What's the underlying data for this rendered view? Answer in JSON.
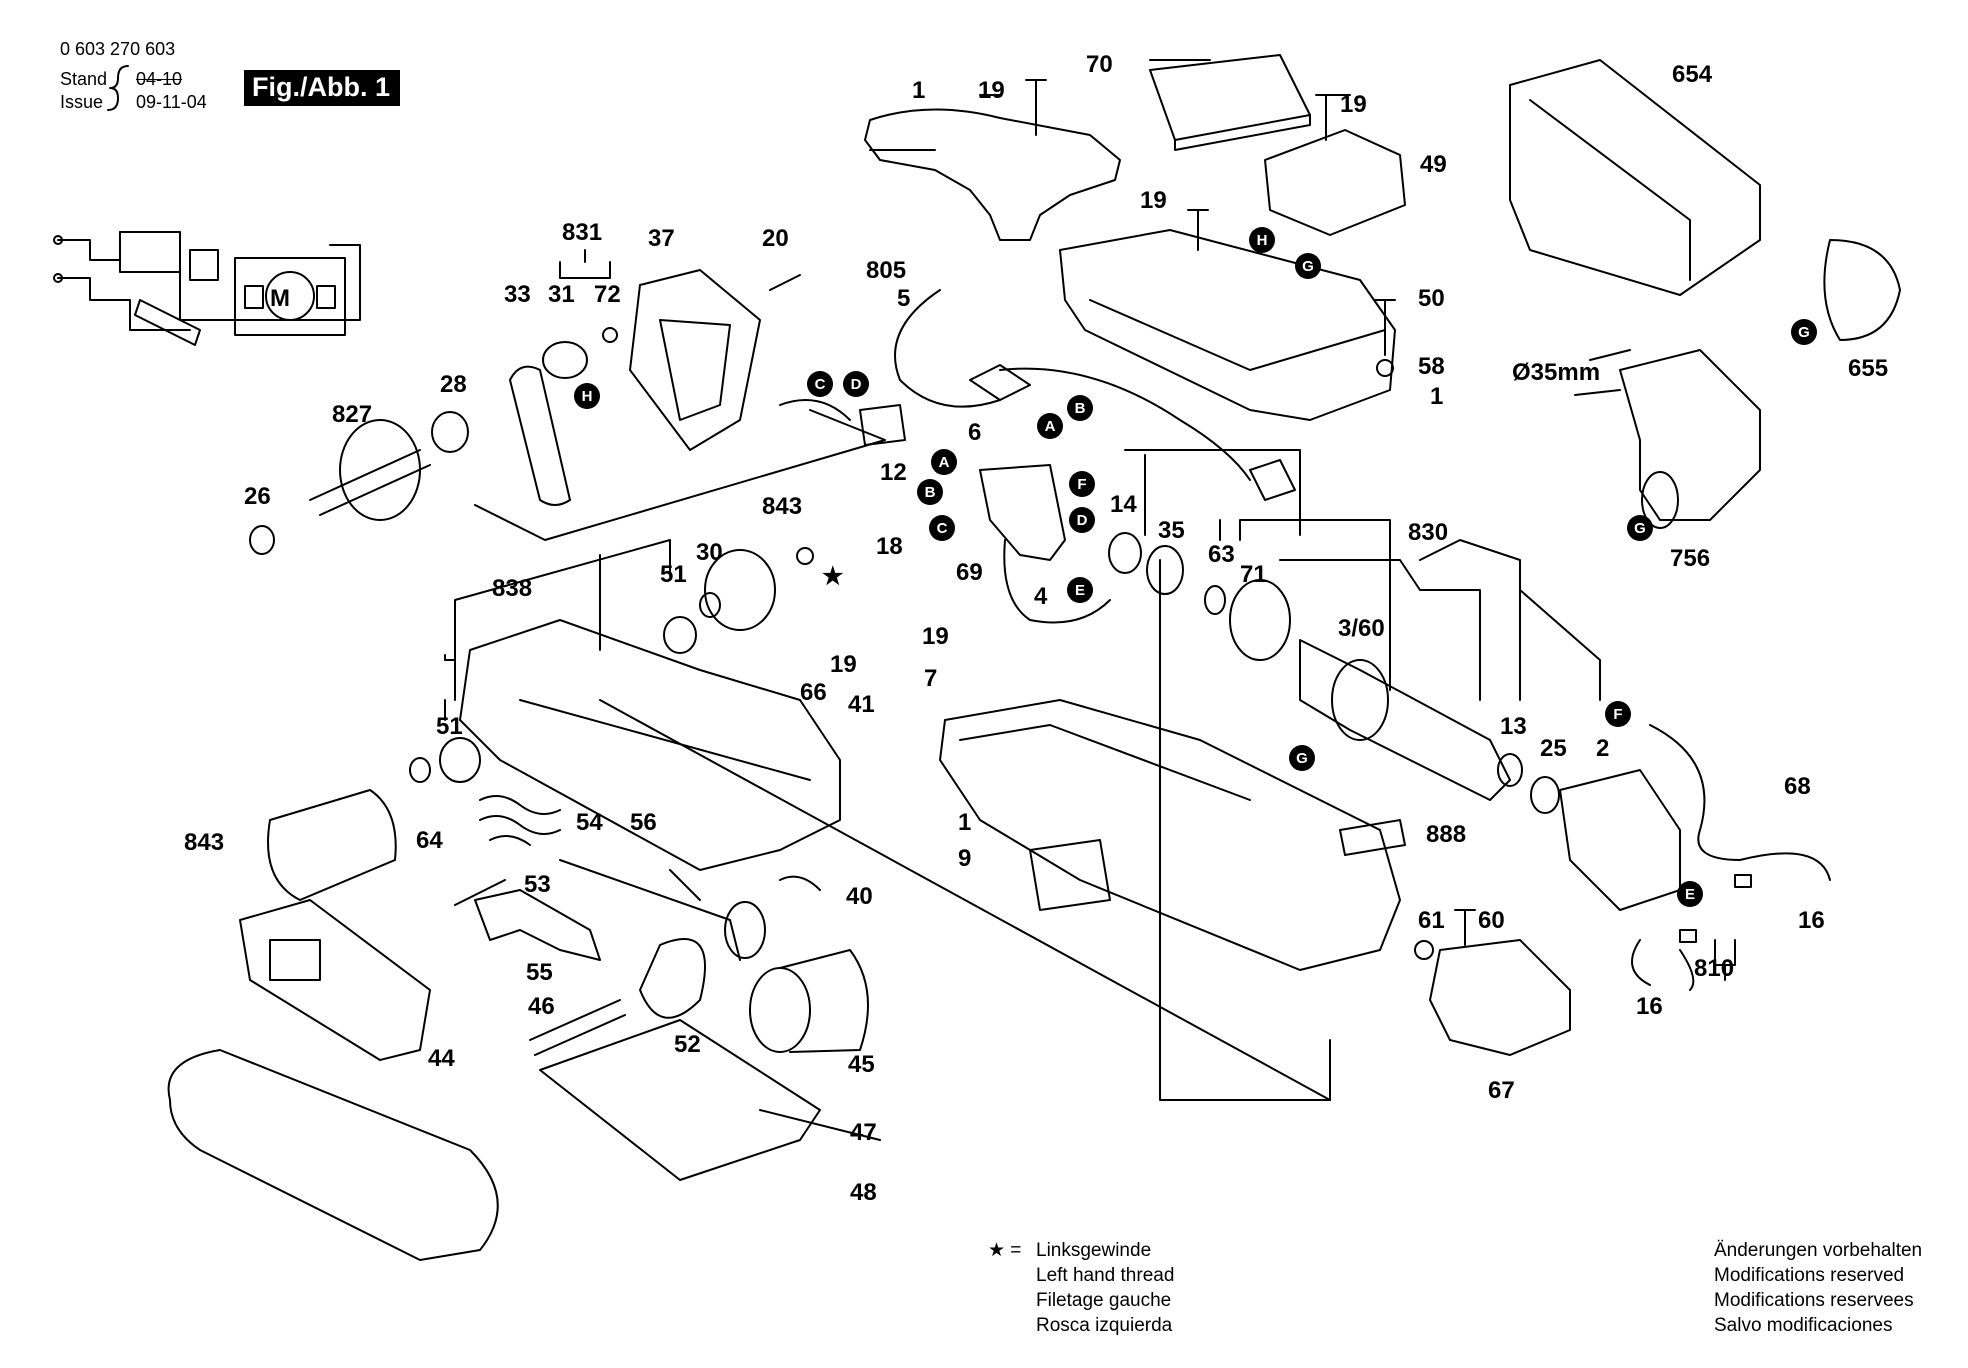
{
  "header": {
    "doc_number": "0 603 270 603",
    "stand_label": "Stand",
    "stand_value": "04-10",
    "issue_label": "Issue",
    "issue_value": "09-11-04",
    "figure_label": "Fig./Abb. 1"
  },
  "motor_symbol": "M",
  "diameter_label": "Ø35mm",
  "star_symbol": "★",
  "legend": {
    "symbol": "★ =",
    "lines": [
      "Linksgewinde",
      "Left hand thread",
      "Filetage gauche",
      "Rosca izquierda"
    ]
  },
  "modifications": {
    "lines": [
      "Änderungen vorbehalten",
      "Modifications reserved",
      "Modifications reservees",
      "Salvo modificaciones"
    ]
  },
  "part_labels": [
    "1",
    "19",
    "70",
    "19",
    "49",
    "654",
    "19",
    "831",
    "37",
    "20",
    "805",
    "5",
    "33",
    "31",
    "72",
    "50",
    "58",
    "655",
    "1",
    "827",
    "28",
    "6",
    "12",
    "26",
    "843",
    "30",
    "18",
    "69",
    "14",
    "35",
    "63",
    "71",
    "830",
    "4",
    "3/60",
    "838",
    "51",
    "19",
    "19",
    "7",
    "66",
    "41",
    "51",
    "13",
    "25",
    "2",
    "68",
    "843",
    "64",
    "54",
    "56",
    "53",
    "40",
    "1",
    "9",
    "888",
    "61",
    "60",
    "55",
    "46",
    "52",
    "45",
    "44",
    "16",
    "810",
    "16",
    "47",
    "48",
    "67",
    "756"
  ],
  "connector_letters": [
    "H",
    "G",
    "C",
    "D",
    "A",
    "B",
    "B",
    "A",
    "A",
    "F",
    "B",
    "D",
    "C",
    "E",
    "G",
    "G",
    "H",
    "F",
    "E",
    "G"
  ]
}
